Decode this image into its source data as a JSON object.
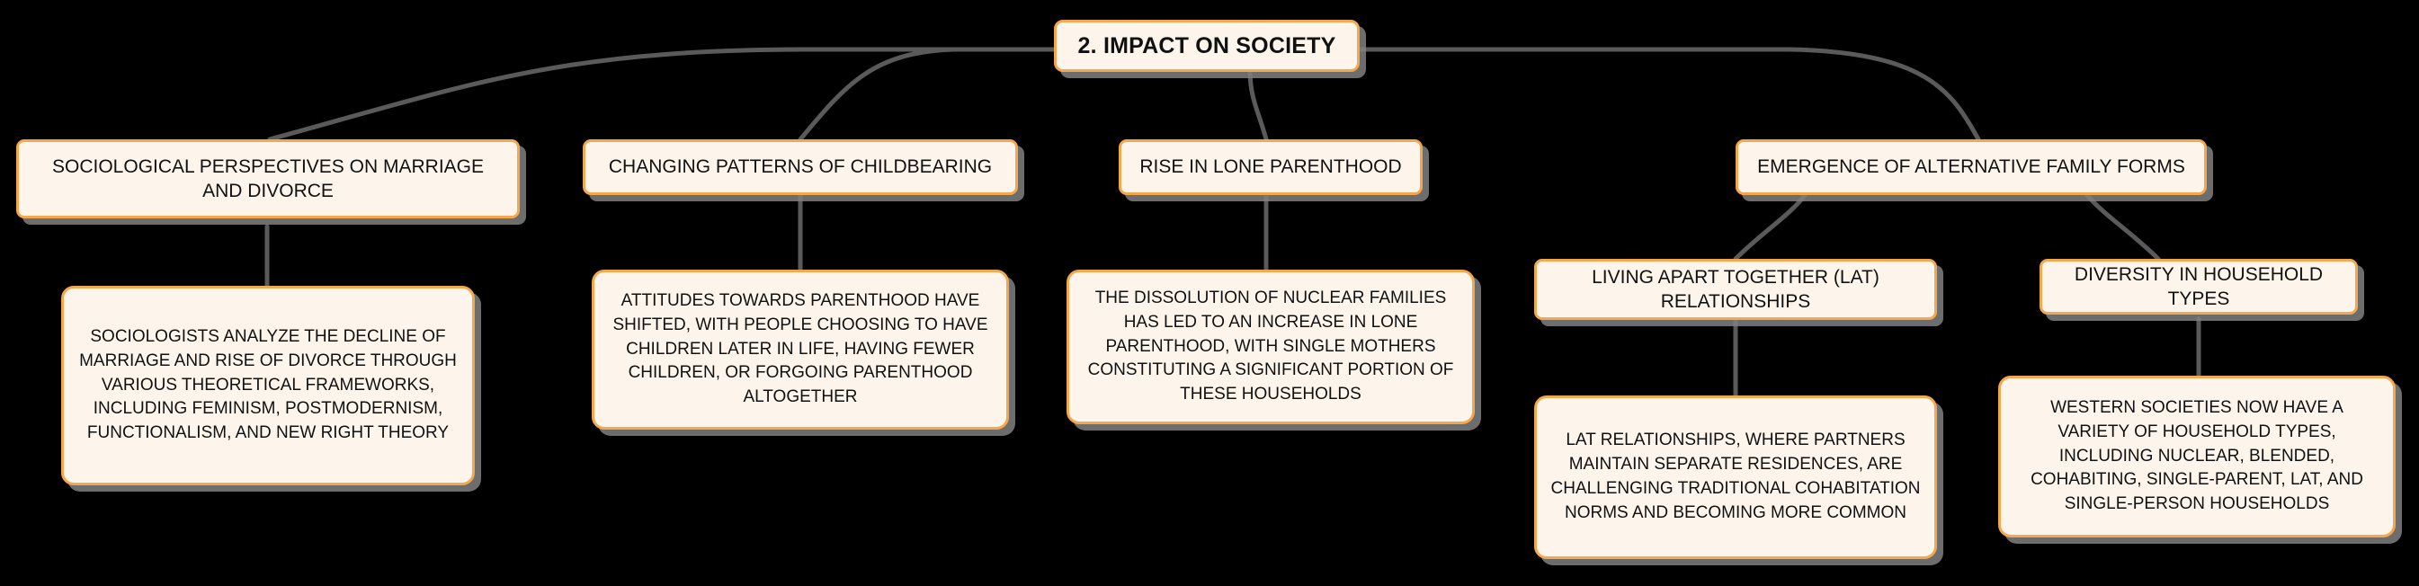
{
  "diagram": {
    "type": "mind-map",
    "title": "2. IMPACT ON SOCIETY",
    "background_color": "#000000",
    "node_fill_color": "#FDF5EC",
    "node_border_color": "#F4A84E",
    "connector_color": "#5A5A5A",
    "shadow_color": "#808080"
  },
  "nodes": {
    "root": {
      "label": "2. IMPACT ON SOCIETY"
    },
    "branch_1": {
      "label": "SOCIOLOGICAL PERSPECTIVES ON MARRIAGE AND DIVORCE"
    },
    "leaf_1": {
      "label": "SOCIOLOGISTS ANALYZE THE DECLINE OF MARRIAGE AND RISE OF DIVORCE THROUGH VARIOUS THEORETICAL FRAMEWORKS, INCLUDING FEMINISM, POSTMODERNISM, FUNCTIONALISM, AND NEW RIGHT THEORY"
    },
    "branch_2": {
      "label": "CHANGING PATTERNS OF CHILDBEARING"
    },
    "leaf_2": {
      "label": "ATTITUDES TOWARDS PARENTHOOD HAVE SHIFTED, WITH PEOPLE CHOOSING TO HAVE CHILDREN LATER IN LIFE, HAVING FEWER CHILDREN, OR FORGOING PARENTHOOD ALTOGETHER"
    },
    "branch_3": {
      "label": "RISE IN LONE PARENTHOOD"
    },
    "leaf_3": {
      "label": "THE DISSOLUTION OF NUCLEAR FAMILIES HAS LED TO AN INCREASE IN LONE PARENTHOOD, WITH SINGLE MOTHERS CONSTITUTING A SIGNIFICANT PORTION OF THESE HOUSEHOLDS"
    },
    "branch_4": {
      "label": "EMERGENCE OF ALTERNATIVE FAMILY FORMS"
    },
    "sub_branch_4a": {
      "label": "LIVING APART TOGETHER (LAT) RELATIONSHIPS"
    },
    "leaf_4a": {
      "label": "LAT RELATIONSHIPS, WHERE PARTNERS MAINTAIN SEPARATE RESIDENCES, ARE CHALLENGING TRADITIONAL COHABITATION NORMS AND BECOMING MORE COMMON"
    },
    "sub_branch_4b": {
      "label": "DIVERSITY IN HOUSEHOLD TYPES"
    },
    "leaf_4b": {
      "label": "WESTERN SOCIETIES NOW HAVE A VARIETY OF HOUSEHOLD TYPES, INCLUDING NUCLEAR, BLENDED, COHABITING, SINGLE-PARENT, LAT, AND SINGLE-PERSON HOUSEHOLDS"
    }
  }
}
